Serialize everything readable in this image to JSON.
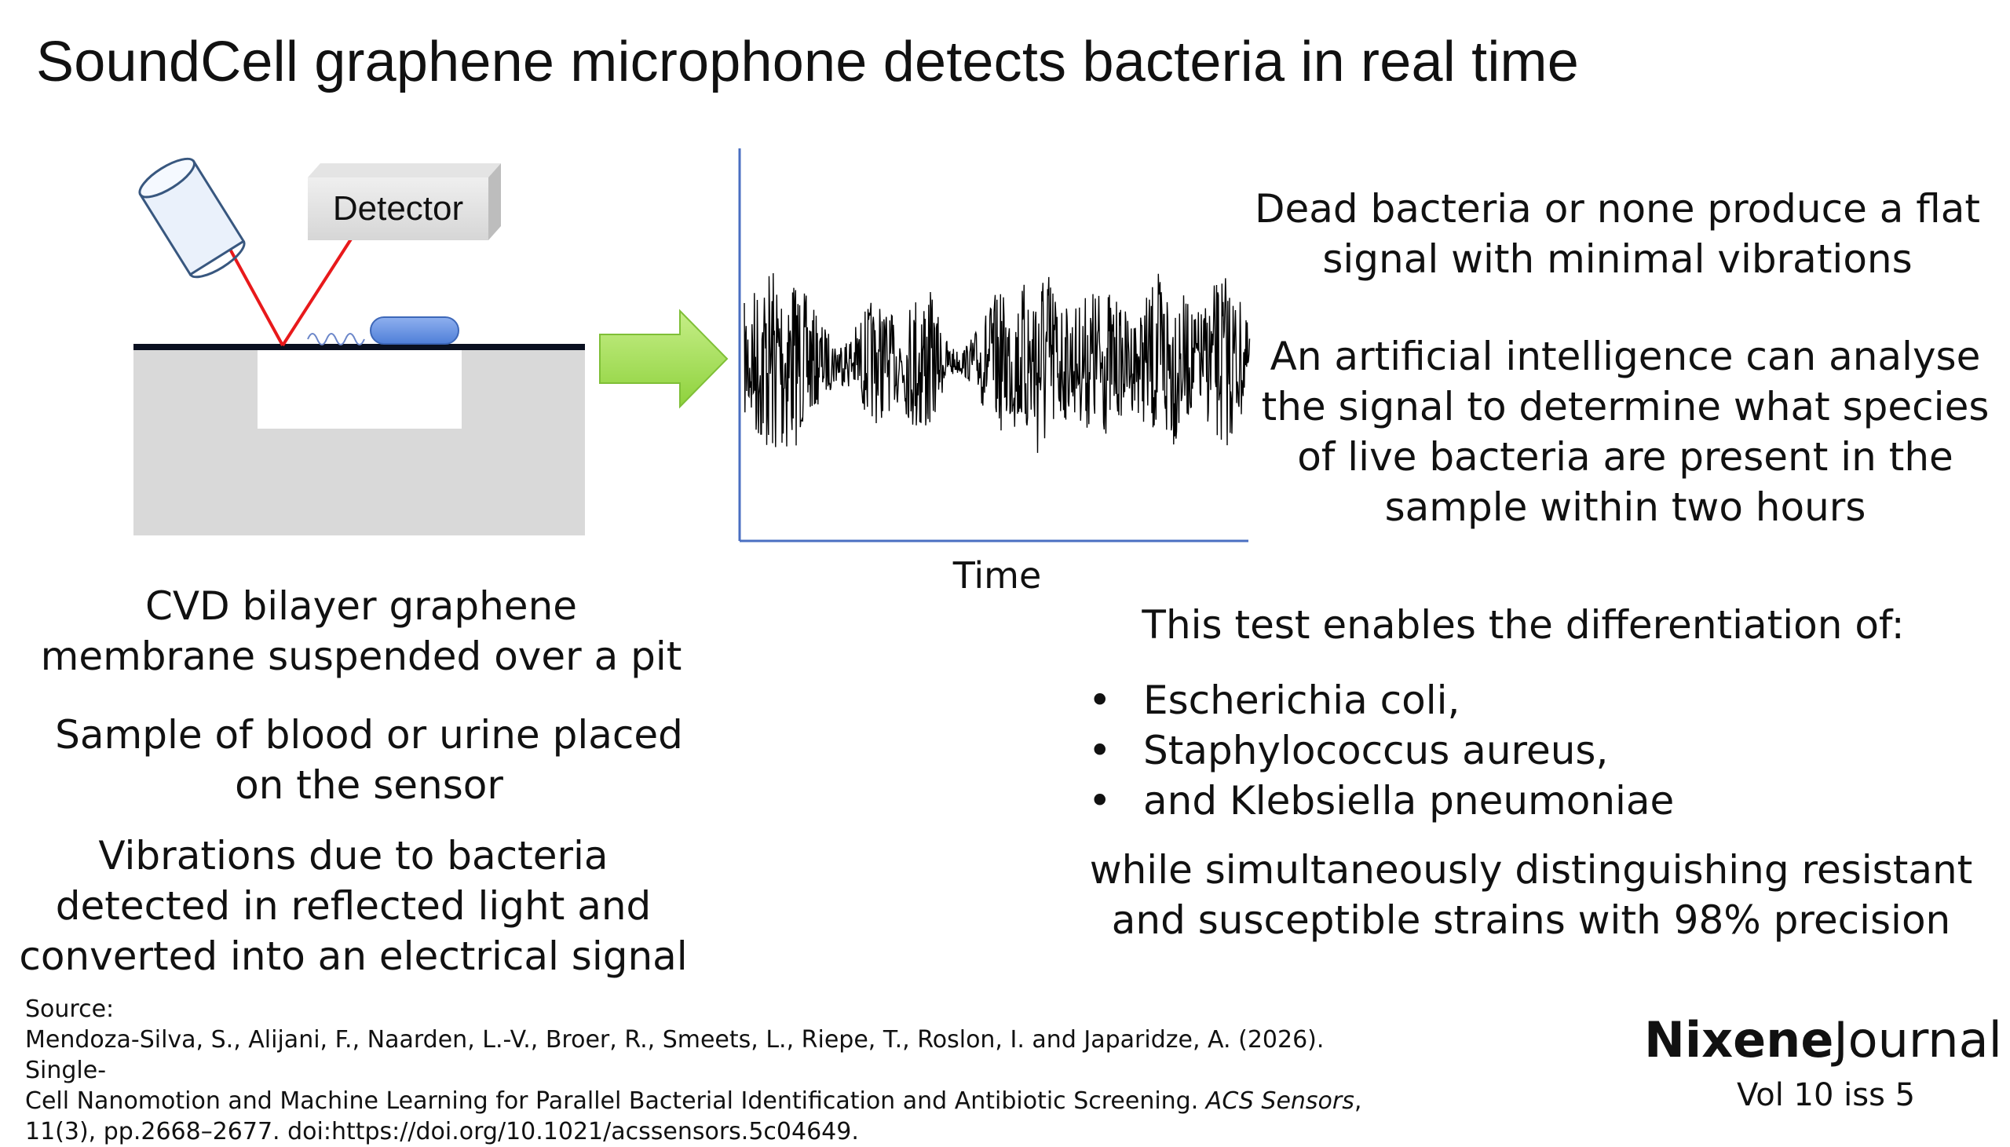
{
  "title": "SoundCell graphene microphone detects bacteria in real time",
  "diagram": {
    "detector_label": "Detector",
    "time_label": "Time"
  },
  "left_text": {
    "p1_l1": "CVD bilayer graphene",
    "p1_l2": "membrane suspended over a pit",
    "p2_l1": "Sample of blood or urine placed",
    "p2_l2": "on the sensor",
    "p3_l1": "Vibrations due to bacteria",
    "p3_l2": "detected in reflected light and",
    "p3_l3": "converted into an electrical signal"
  },
  "right_text": {
    "dead_l1": "Dead bacteria or none produce a flat",
    "dead_l2": "signal with minimal vibrations",
    "ai_l1": "An artificial intelligence can analyse",
    "ai_l2": "the signal to determine what species",
    "ai_l3": "of live bacteria are present in the",
    "ai_l4": "sample within two hours",
    "enables": "This test enables the differentiation of:",
    "bullets": [
      "Escherichia coli,",
      "Staphylococcus aureus,",
      "and Klebsiella pneumoniae"
    ],
    "while_l1": "while simultaneously distinguishing resistant",
    "while_l2": "and susceptible strains with 98% precision"
  },
  "source": {
    "label": "Source:",
    "line1": "Mendoza-Silva, S., Alijani, F., Naarden, L.-V., Broer, R., Smeets, L., Riepe, T., Roslon, I. and Japaridze, A. (2026). Single-",
    "line2_pre": "Cell Nanomotion and Machine Learning for Parallel Bacterial Identification and Antibiotic Screening. ",
    "line2_journal": "ACS Sensors",
    "line2_post": ",",
    "line3": "11(3), pp.2668–2677. doi:https://doi.org/10.1021/acssensors.5c04649."
  },
  "brand": {
    "bold": "Nixene",
    "regular": "Journal",
    "volume": "Vol 10  iss 5"
  },
  "colors": {
    "laser": "#e8191b",
    "axis": "#4a6fc2",
    "arrow_fill": "#a6e055",
    "bacterium": "#5b88e0",
    "substrate": "#d9d9d9"
  }
}
